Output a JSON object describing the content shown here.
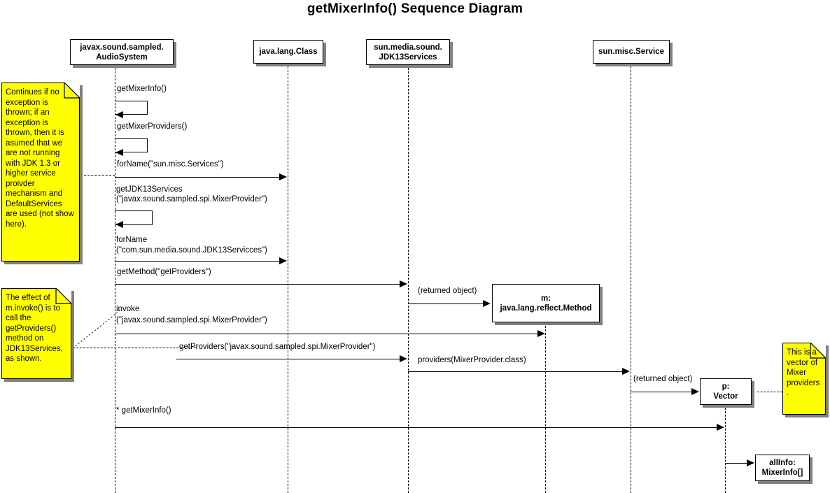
{
  "diagram": {
    "title": "getMixerInfo() Sequence Diagram",
    "type": "uml-sequence-diagram"
  },
  "participants": [
    {
      "id": "audiosystem",
      "line1": "javax.sound.sampled.",
      "line2": "AudioSystem"
    },
    {
      "id": "javalangclass",
      "line1": "java.lang.Class",
      "line2": ""
    },
    {
      "id": "jdk13services",
      "line1": "sun.media.sound.",
      "line2": "JDK13Services"
    },
    {
      "id": "sunmiscservice",
      "line1": "sun.misc.Service",
      "line2": ""
    }
  ],
  "objects": [
    {
      "id": "method",
      "line1": "m:",
      "line2": "java.lang.reflect.Method"
    },
    {
      "id": "vector",
      "line1": "p:",
      "line2": "Vector"
    },
    {
      "id": "allinfo",
      "line1": "allInfo:",
      "line2": "MixerInfo[]"
    }
  ],
  "messages": [
    {
      "id": "m1",
      "label": "getMixerInfo()",
      "kind": "self-call",
      "from": "audiosystem",
      "to": "audiosystem"
    },
    {
      "id": "m2",
      "label": "getMixerProviders()",
      "kind": "self-call",
      "from": "audiosystem",
      "to": "audiosystem"
    },
    {
      "id": "m3",
      "label": "forName(\"sun.misc.Services\")",
      "kind": "call",
      "from": "audiosystem",
      "to": "javalangclass"
    },
    {
      "id": "m4",
      "label_line1": "getJDK13Services",
      "label_line2": "(\"javax.sound.sampled.spi.MixerProvider\")",
      "kind": "self-call",
      "from": "audiosystem",
      "to": "audiosystem"
    },
    {
      "id": "m5",
      "label_line1": "forName",
      "label_line2": "(\"com.sun.media.sound.JDK13Servicces\")",
      "kind": "call",
      "from": "audiosystem",
      "to": "javalangclass"
    },
    {
      "id": "m6",
      "label": "getMethod(\"getProviders\")",
      "kind": "call",
      "from": "audiosystem",
      "to": "jdk13services"
    },
    {
      "id": "m7",
      "label": "(returned object)",
      "kind": "return-object",
      "from": "jdk13services",
      "to": "method"
    },
    {
      "id": "m8",
      "label_line1": "invoke",
      "label_line2": "(\"javax.sound.sampled.spi.MixerProvider\")",
      "kind": "call",
      "from": "audiosystem",
      "to": "method"
    },
    {
      "id": "m9",
      "label": "getProviders(\"javax.sound.sampled.spi.MixerProvider\")",
      "kind": "call",
      "from": "audiosystem",
      "to": "jdk13services"
    },
    {
      "id": "m10",
      "label": "providers(MixerProvider.class)",
      "kind": "call",
      "from": "jdk13services",
      "to": "sunmiscservice"
    },
    {
      "id": "m11",
      "label": "(returned object)",
      "kind": "return-object",
      "from": "sunmiscservice",
      "to": "vector"
    },
    {
      "id": "m12",
      "label": "* getMixerInfo()",
      "kind": "call",
      "from": "audiosystem",
      "to": "vector"
    },
    {
      "id": "m13",
      "label": "",
      "kind": "create",
      "from": "vector",
      "to": "allinfo"
    }
  ],
  "notes": [
    {
      "id": "note-exception",
      "text": "Continues if no exception is thrown; if an exception is thrown, then it is asumed that we are not running with JDK 1.3 or higher service proivder mechanism and DefaultServices are used (not show here)."
    },
    {
      "id": "note-invoke",
      "text": "The effect of m.invoke() is to call the getProviders() method on JDK13Services, as shown."
    },
    {
      "id": "note-vector",
      "text": "This is a vector of Mixer providers."
    }
  ],
  "colors": {
    "note_fill": "#ffff00",
    "shadow": "#808080",
    "stroke": "#000000",
    "background": "#ffffff"
  }
}
